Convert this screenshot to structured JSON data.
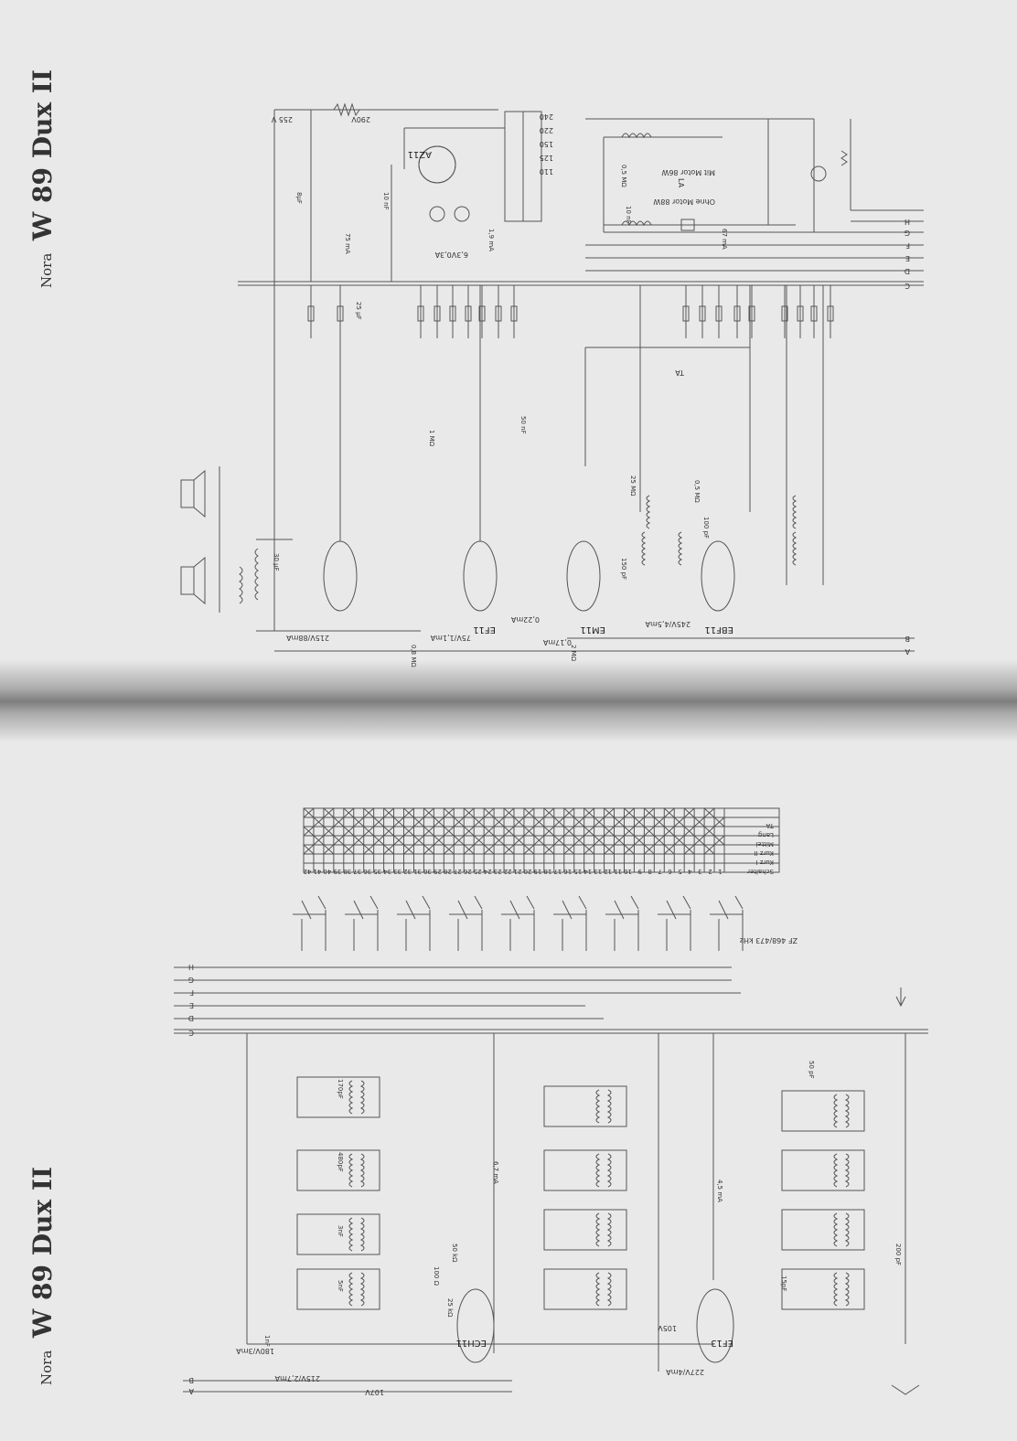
{
  "top_sheet": {
    "maker": "Nora",
    "model": "W 89 Dux II",
    "tubes": [
      "AZ11",
      "EF11",
      "EM11",
      "EBF11"
    ],
    "lamp_label": "6,3V0,3A",
    "rail_labels": [
      "A",
      "B",
      "C",
      "D",
      "E",
      "F",
      "G",
      "H"
    ],
    "voltage_labels": [
      "255 V",
      "290V",
      "215V/88mA",
      "75V/1,1mA",
      "245V/4,5mA",
      "0,22mA",
      "0,17mA"
    ],
    "transformer_taps": [
      "240",
      "220",
      "150",
      "125",
      "110"
    ],
    "motor_notes": [
      "Mit Motor 86W",
      "Ohne Motor 88W"
    ],
    "switch_labels": [
      "LA",
      "TA"
    ],
    "component_labels": [
      "8μF",
      "10 nF",
      "0,5 MΩ",
      "25 μF",
      "50 nF",
      "1 MΩ",
      "2 MΩ",
      "0,8 MΩ",
      "150 pF",
      "100 pF",
      "30 μF",
      "10 nF",
      "67 mA",
      "75 mA",
      "1,9 mA",
      "0,5 MΩ",
      "25 MΩ"
    ]
  },
  "bottom_sheet": {
    "maker": "Nora",
    "model": "W 89 Dux II",
    "tubes": [
      "ECH11",
      "EF13"
    ],
    "if_note": "ZF 468/473 kHz",
    "rail_labels": [
      "A",
      "B",
      "C",
      "D",
      "E",
      "F",
      "G",
      "H"
    ],
    "voltage_labels": [
      "107V",
      "215V/2,7mA",
      "180V/3mA",
      "227V/4mA",
      "105V"
    ],
    "component_labels": [
      "170pF",
      "480pF",
      "3nF",
      "5nF",
      "1nF",
      "200 pF",
      "50 pF",
      "15pF",
      "6,7 mA",
      "4,5 mA",
      "100 Ω",
      "50 kΩ",
      "25 kΩ"
    ],
    "switch_table": {
      "header": "Schalter",
      "row_labels": [
        "Kurz I",
        "Kurz II",
        "Mittel",
        "Lang",
        "TA"
      ],
      "contacts": [
        "1",
        "2",
        "3",
        "4",
        "5",
        "6",
        "7",
        "8",
        "9",
        "10",
        "11",
        "12",
        "13",
        "14",
        "15",
        "16",
        "17",
        "18",
        "19",
        "20",
        "21",
        "22",
        "23",
        "24",
        "25",
        "26",
        "27",
        "28",
        "29",
        "30",
        "31",
        "32",
        "33",
        "34",
        "35",
        "36",
        "37",
        "38",
        "39",
        "40",
        "41",
        "42"
      ]
    }
  }
}
